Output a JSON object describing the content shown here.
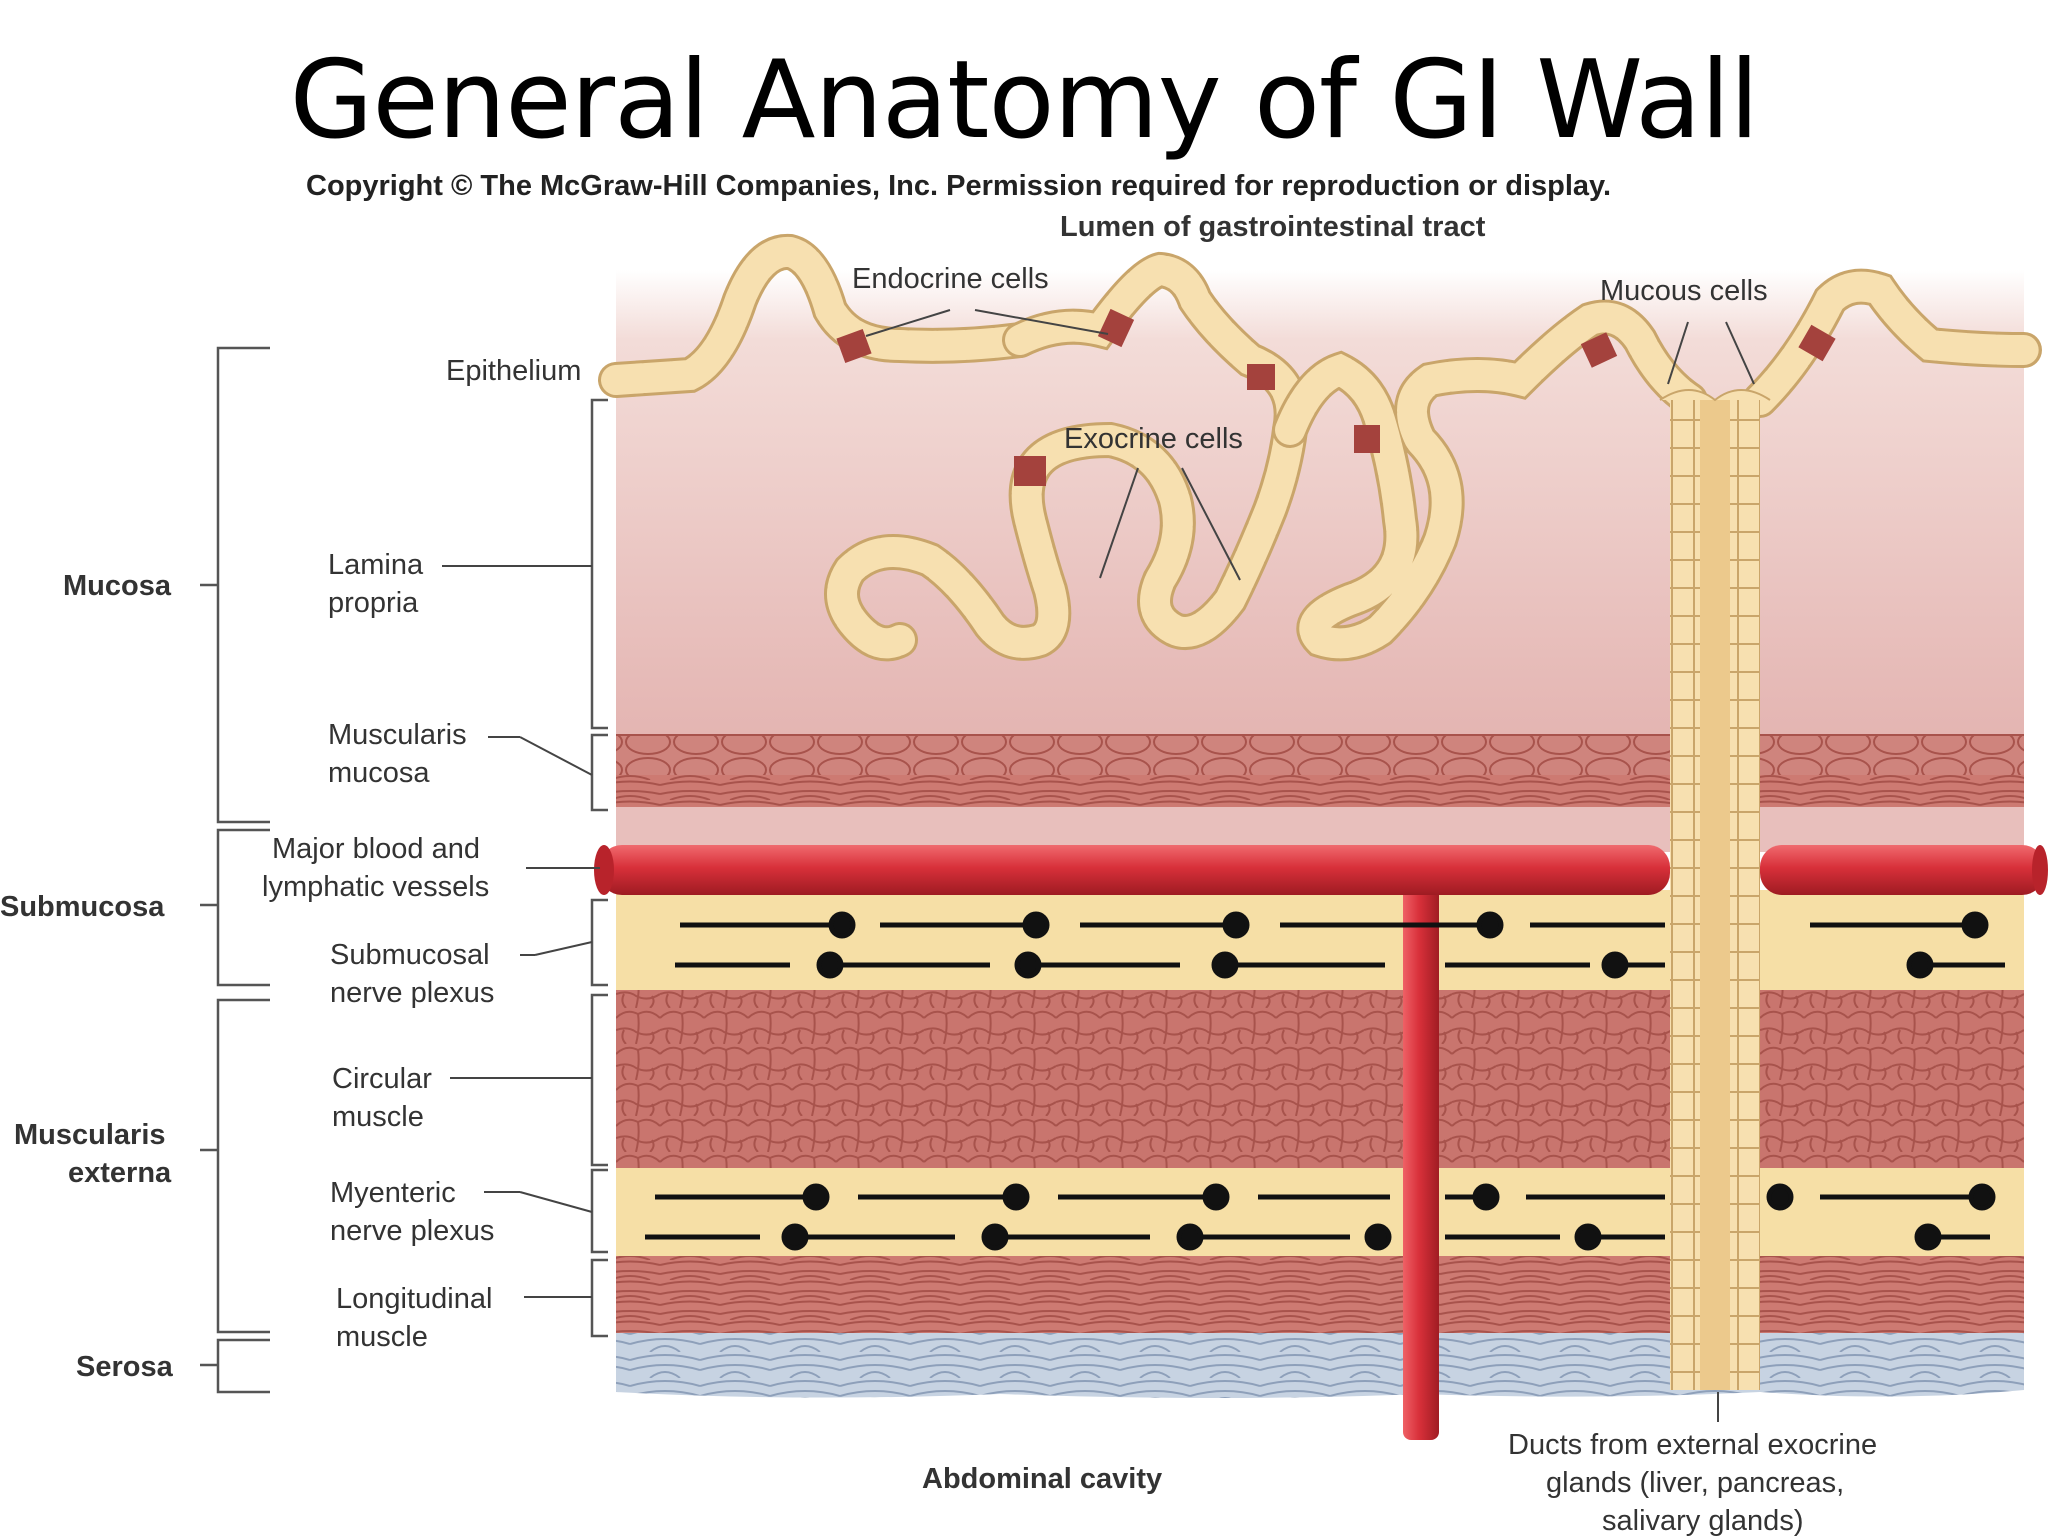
{
  "slide": {
    "title": "General Anatomy of GI Wall",
    "copyright": "Copyright © The McGraw-Hill Companies, Inc. Permission required for reproduction or display."
  },
  "labels": {
    "lumen": "Lumen of gastrointestinal tract",
    "endocrine": "Endocrine cells",
    "mucous": "Mucous cells",
    "exocrine": "Exocrine cells",
    "epithelium": "Epithelium",
    "lamina_1": "Lamina",
    "lamina_2": "propria",
    "musc_mucosa_1": "Muscularis",
    "musc_mucosa_2": "mucosa",
    "vessels_1": "Major blood and",
    "vessels_2": "lymphatic vessels",
    "submucosal_1": "Submucosal",
    "submucosal_2": "nerve plexus",
    "circular_1": "Circular",
    "circular_2": "muscle",
    "myenteric_1": "Myenteric",
    "myenteric_2": "nerve plexus",
    "longitudinal_1": "Longitudinal",
    "longitudinal_2": "muscle",
    "abdominal": "Abdominal cavity",
    "ducts_1": "Ducts from external exocrine",
    "ducts_2": "glands (liver, pancreas,",
    "ducts_3": "salivary glands)"
  },
  "layers": {
    "mucosa": "Mucosa",
    "submucosa": "Submucosa",
    "muscularis_1": "Muscularis",
    "muscularis_2": "externa",
    "serosa": "Serosa"
  },
  "colors": {
    "lamina": "#e9c3c0",
    "muscle": "#c9756e",
    "submucosa": "#f6dfa6",
    "vessel": "#d93138",
    "epithelial_cell": "#f7e0b0",
    "endocrine_cell": "#a4423d",
    "serosa": "#c4d0df"
  }
}
